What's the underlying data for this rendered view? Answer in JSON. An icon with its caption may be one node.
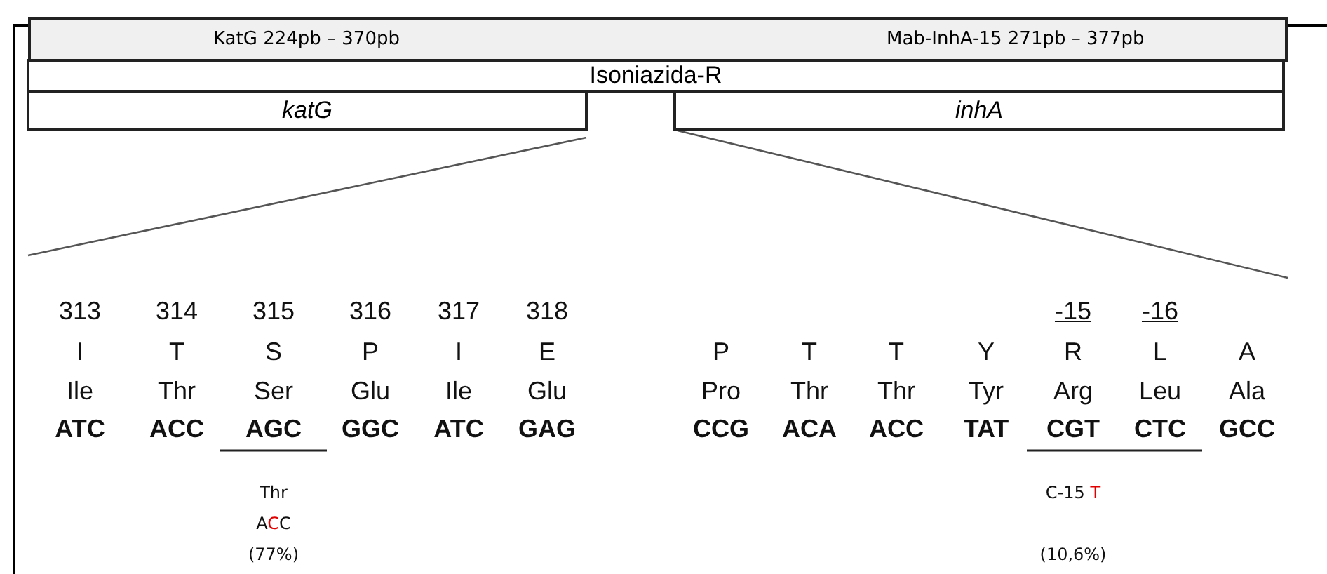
{
  "diagram": {
    "nodes": [
      {
        "text": [
          "KatG  224pb – 370pb",
          "Mab-InhA-15  271pb – 377pb"
        ]
      },
      {
        "text": [
          "Isoniazida-R"
        ]
      },
      {
        "text": [
          "katG"
        ]
      },
      {
        "text": [
          "inhA"
        ]
      }
    ],
    "labels": [
      "313",
      "314",
      "315",
      "316",
      "317",
      "318",
      "-15",
      "-16",
      "I",
      "T",
      "S",
      "P",
      "I",
      "E",
      "P",
      "T",
      "T",
      "Y",
      "R",
      "L",
      "A",
      "Ile",
      "Thr",
      "Ser",
      "Glu",
      "Ile",
      "Glu",
      "Pro",
      "Thr",
      "Thr",
      "Tyr",
      "Arg",
      "Leu",
      "Ala",
      "ATC",
      "ACC",
      "AGC",
      "GGC",
      "ATC",
      "GAG",
      "CCG",
      "ACA",
      "ACC",
      "TAT",
      "CGT",
      "CTC",
      "GCC",
      "Thr",
      "C-15 T",
      "ACC",
      "(77%)",
      "(10,6%)"
    ]
  }
}
